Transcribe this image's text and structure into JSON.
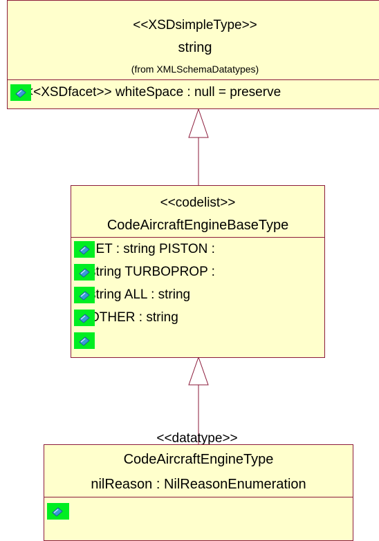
{
  "simple_type": {
    "stereotype": "<<XSDsimpleType>>",
    "name": "string",
    "from": "(from XMLSchemaDatatypes)",
    "attributes": [
      "<<XSDfacet>>  whiteSpace : null = preserve"
    ]
  },
  "codelist": {
    "stereotype": "<<codelist>>",
    "name": "CodeAircraftEngineBaseType",
    "attributes": [
      "JET : string PISTON :",
      "string TURBOPROP  :",
      "string ALL : string",
      "OTHER : string",
      ""
    ]
  },
  "datatype": {
    "stereotype": "<<datatype>>",
    "name": "CodeAircraftEngineType",
    "attribute_header": "nilReason : NilReasonEnumeration",
    "attributes": [
      ""
    ]
  },
  "colors": {
    "box_fill": "#ffffcc",
    "box_border": "#8b1a3a",
    "attribute_icon_bg": "#00ee22",
    "attribute_icon": "#3a9ad9"
  }
}
